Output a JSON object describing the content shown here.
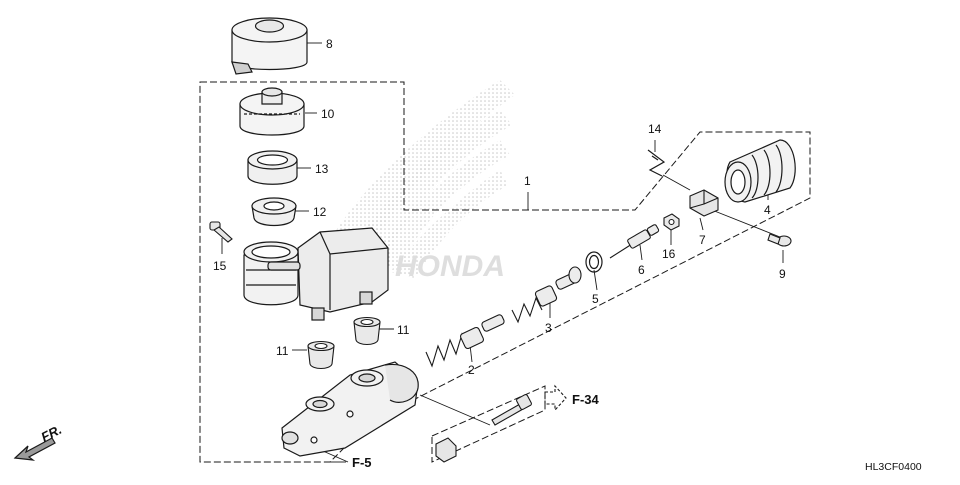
{
  "callouts": {
    "n1": "1",
    "n2": "2",
    "n3": "3",
    "n4": "4",
    "n5": "5",
    "n6": "6",
    "n7": "7",
    "n8": "8",
    "n9": "9",
    "n10": "10",
    "n11a": "11",
    "n11b": "11",
    "n12": "12",
    "n13": "13",
    "n14": "14",
    "n15": "15",
    "n16": "16"
  },
  "references": {
    "f34": "F-34",
    "f5": "F-5"
  },
  "direction": {
    "front": "FR."
  },
  "diagram_code": "HL3CF0400",
  "watermark": {
    "brand": "HONDA"
  },
  "colors": {
    "line": "#1a1a1a",
    "watermark": "#d9d9d9",
    "part_fill": "#f2f2f2",
    "shade": "#bdbdbd"
  }
}
